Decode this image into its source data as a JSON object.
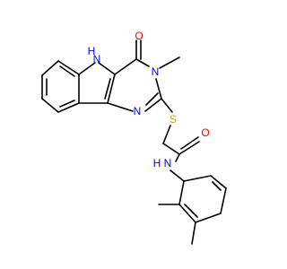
{
  "colors": {
    "background": "#ffffff",
    "bond": "#000000",
    "nitrogen": "#0000ff",
    "oxygen": "#ff0000",
    "sulfur": "#c8a400"
  },
  "atoms": {
    "indole_nh": "H\nN",
    "indole_nh_H": "H",
    "indole_nh_N": "N",
    "carbonyl_o_top": "O",
    "ring_n_methyl": "N",
    "pyrimidine_n": "N",
    "thioether_s": "S",
    "amide_o": "O",
    "amide_n": "N",
    "amide_h": "H"
  }
}
